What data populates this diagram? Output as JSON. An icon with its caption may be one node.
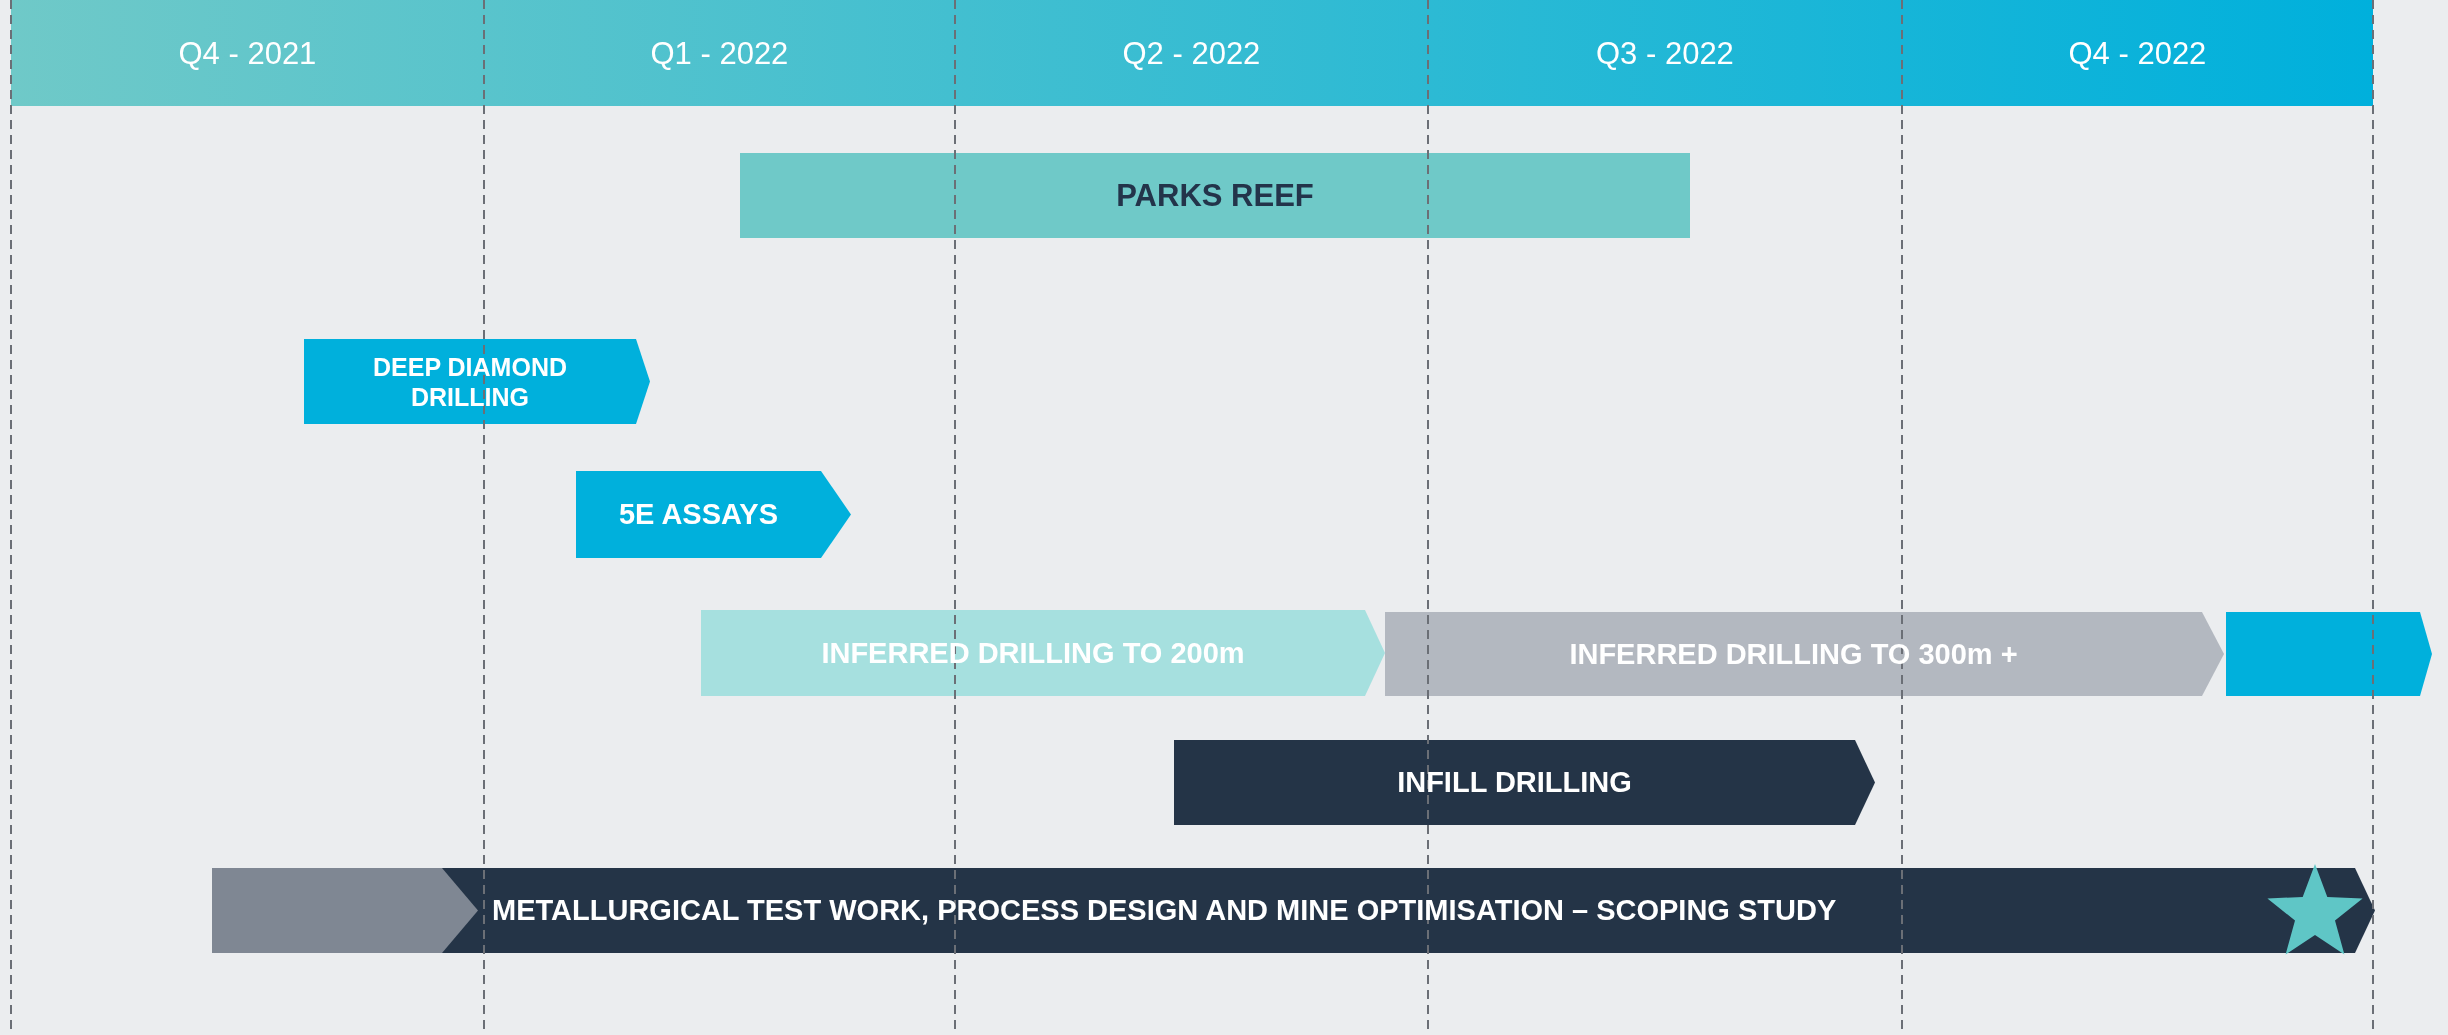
{
  "diagram": {
    "nodes": [
      {
        "text": [
          "PARKS REEF"
        ]
      },
      {
        "text": [
          "DEEP DIAMOND DRILLING"
        ]
      },
      {
        "text": [
          "5E ASSAYS"
        ]
      },
      {
        "text": [
          "INFERRED DRILLING TO 200m"
        ]
      },
      {
        "text": [
          "INFERRED DRILLING TO 300m +"
        ]
      },
      {
        "text": [],
        "shape": "bar"
      },
      {
        "text": [
          "INFILL DRILLING"
        ]
      },
      {
        "text": [],
        "shape": "bar"
      },
      {
        "text": [
          "METALLURGICAL TEST WORK, PROCESS DESIGN AND MINE OPTIMISATION – SCOPING STUDY"
        ]
      }
    ],
    "edges": [],
    "labels": [
      "Q4 - 2021",
      "Q1 - 2022",
      "Q2 - 2022",
      "Q3 - 2022",
      "Q4 - 2022"
    ]
  }
}
